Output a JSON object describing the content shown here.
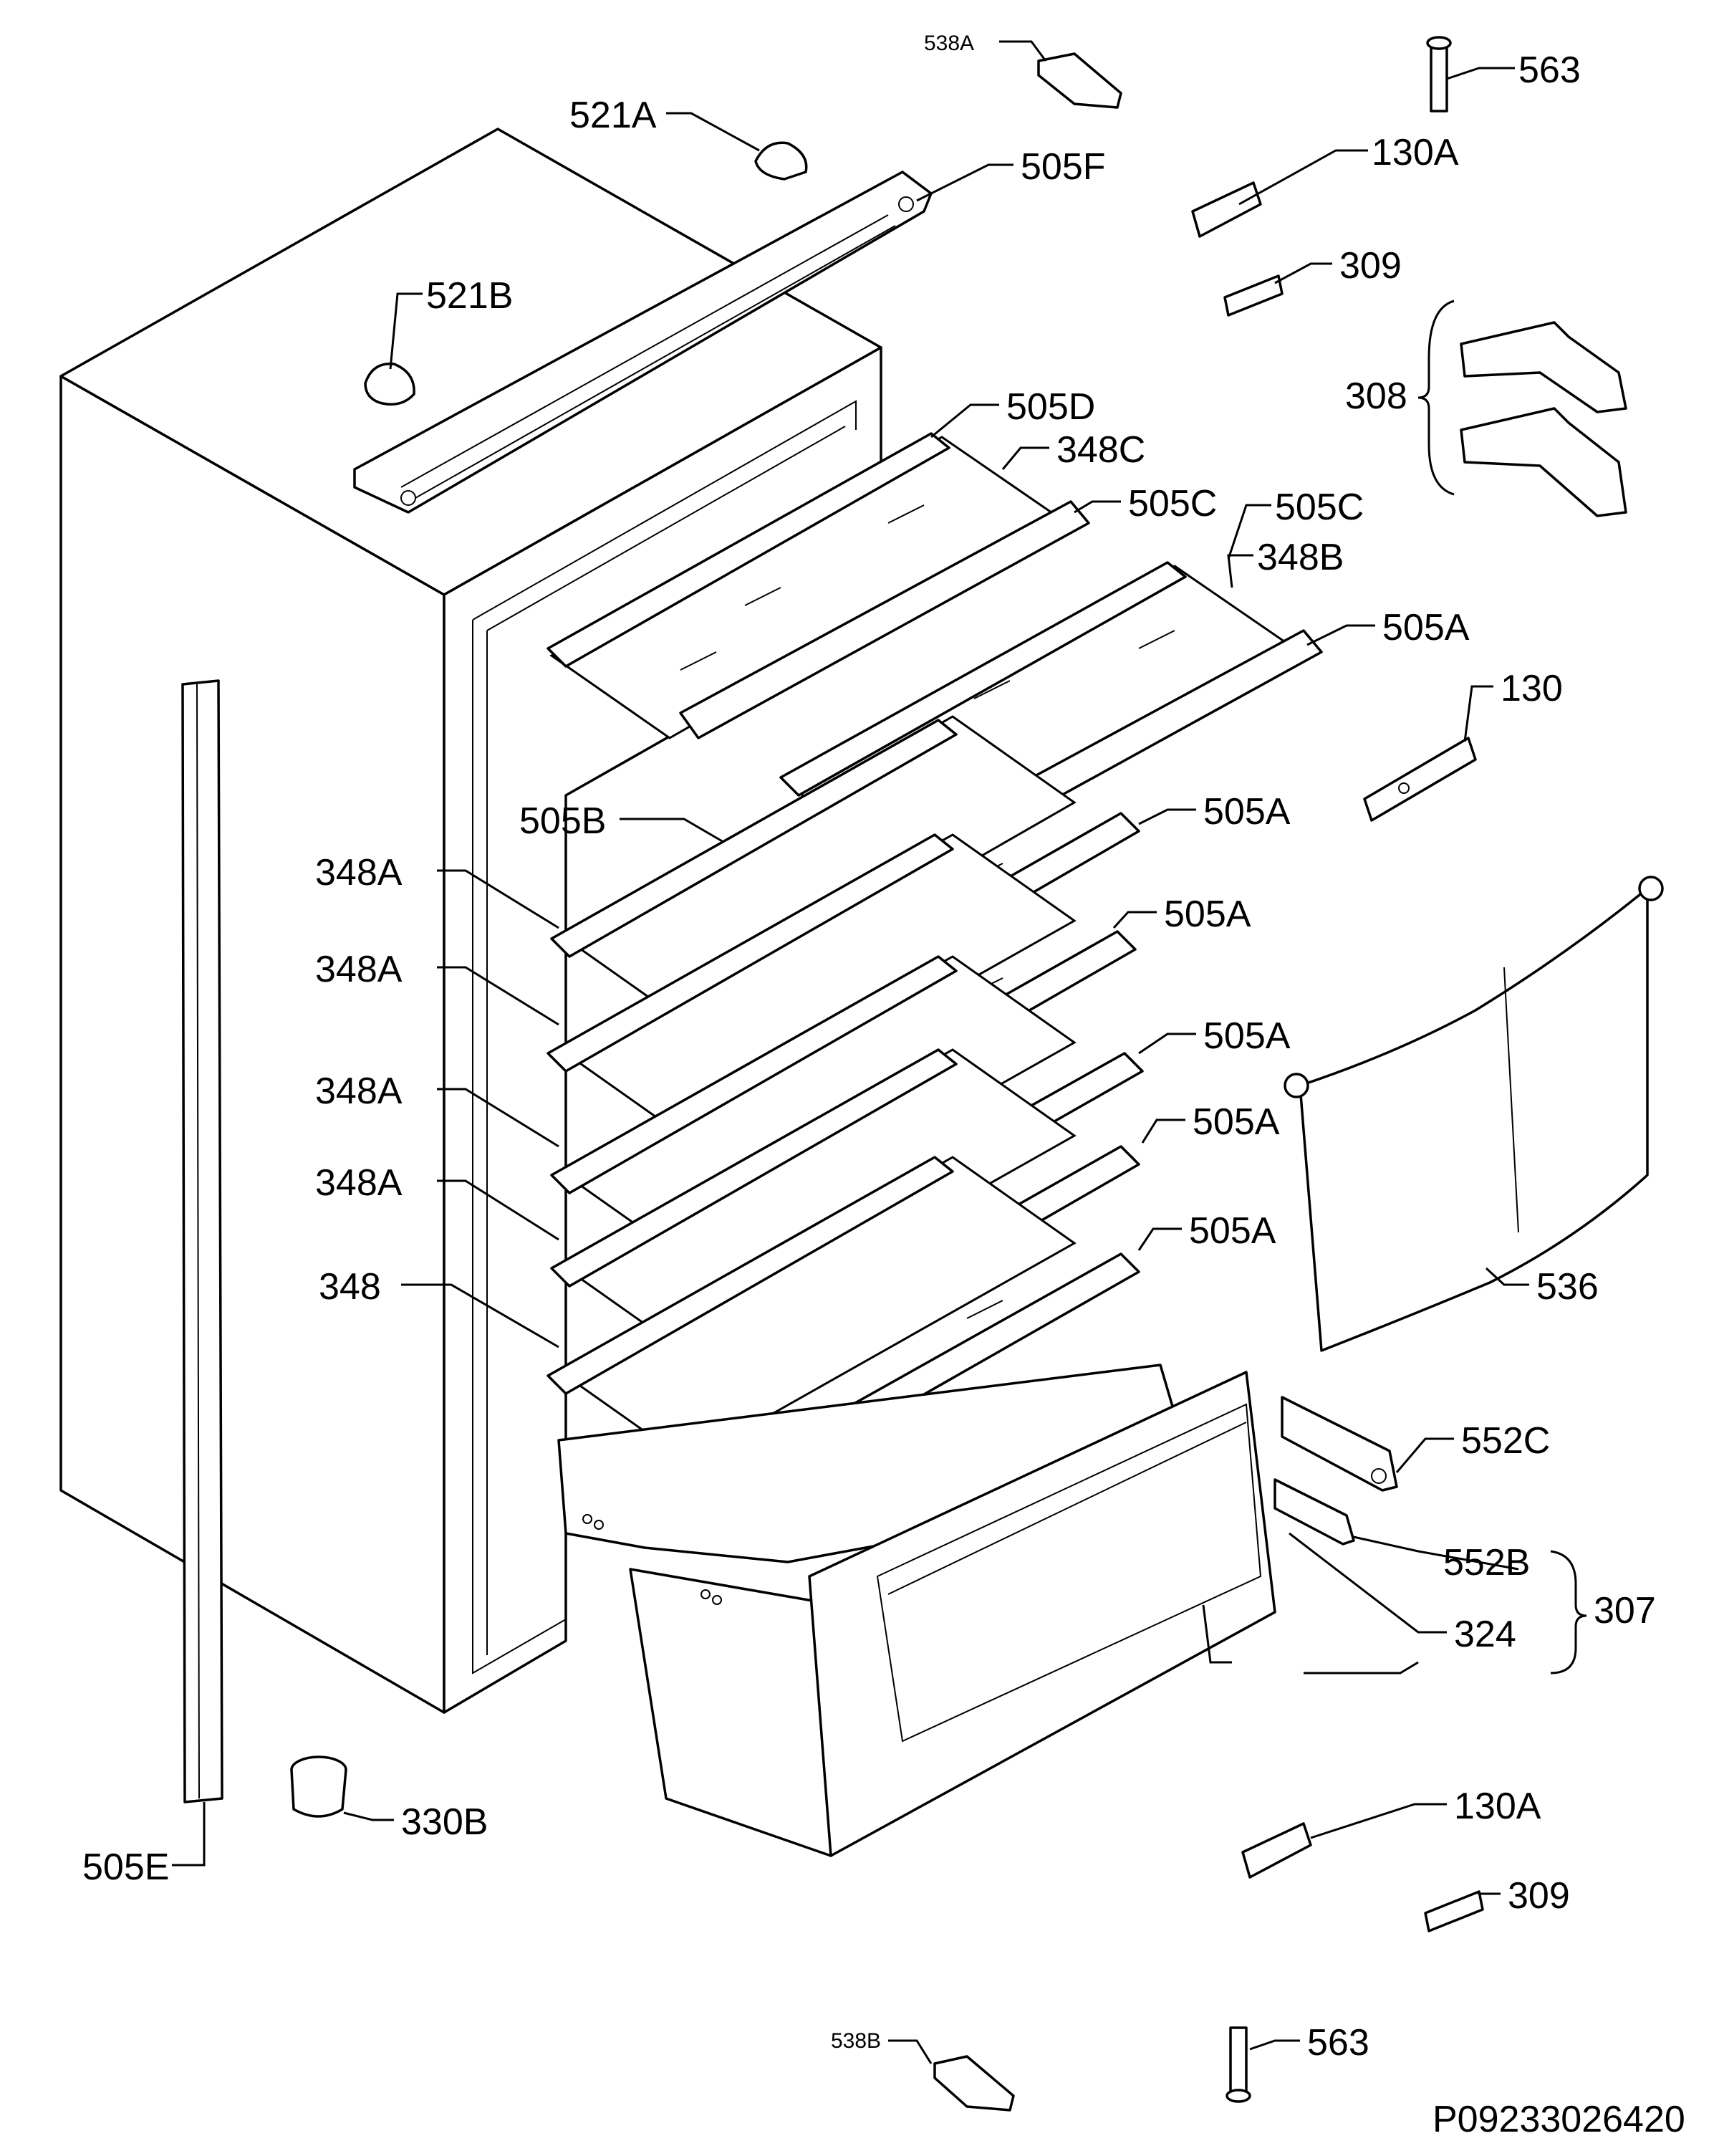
{
  "labels": {
    "l538a": "538A",
    "l563_top": "563",
    "l521a": "521A",
    "l505f": "505F",
    "l130a_top": "130A",
    "l309_top": "309",
    "l521b": "521B",
    "l308": "308",
    "l505d": "505D",
    "l348c": "348C",
    "l505c_1": "505C",
    "l505c_2": "505C",
    "l348b": "348B",
    "l505a_1": "505A",
    "l130": "130",
    "l505b": "505B",
    "l505a_2": "505A",
    "l348a_1": "348A",
    "l505a_3": "505A",
    "l348a_2": "348A",
    "l505a_4": "505A",
    "l348a_3": "348A",
    "l505a_5": "505A",
    "l348a_4": "348A",
    "l505a_6": "505A",
    "l348": "348",
    "l536": "536",
    "l552c": "552C",
    "l552b": "552B",
    "l307": "307",
    "l324": "324",
    "l330b": "330B",
    "l505e": "505E",
    "l130a_bot": "130A",
    "l309_bot": "309",
    "l538b": "538B",
    "l563_bot": "563"
  },
  "footer": {
    "code": "P09233026420"
  }
}
